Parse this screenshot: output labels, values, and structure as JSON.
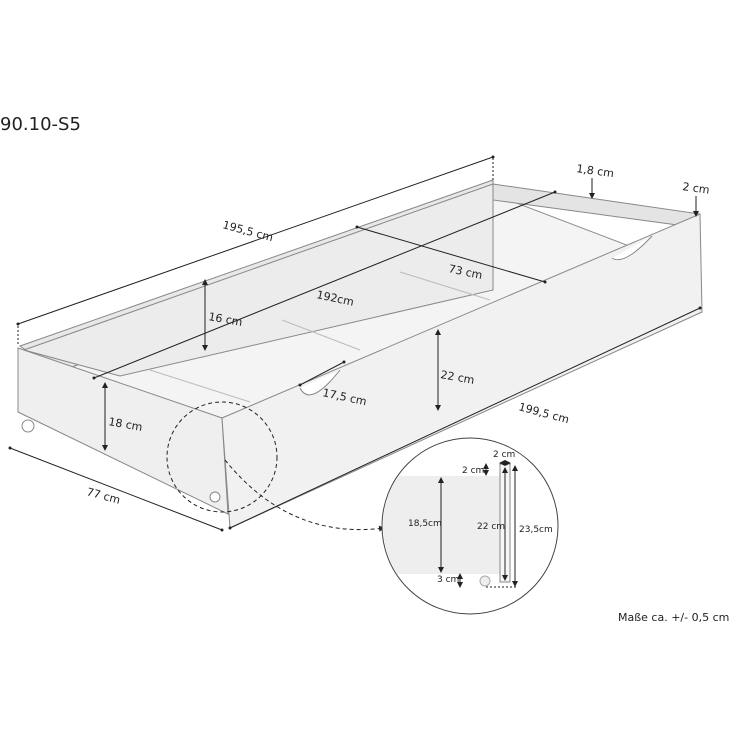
{
  "model_code": "90.10-S5",
  "dimensions": {
    "outer_length": "195,5 cm",
    "front_length": "199,5 cm",
    "inner_length": "192cm",
    "inner_width": "73 cm",
    "outer_width": "77 cm",
    "inner_height": "16 cm",
    "side_height": "18 cm",
    "front_height": "22 cm",
    "handle_width": "17,5 cm",
    "side_thickness": "1,8 cm",
    "front_thickness": "2 cm"
  },
  "detail": {
    "front_thickness": "2 cm",
    "top_offset": "2 cm",
    "side_height": "18,5cm",
    "front_height": "22 cm",
    "total_height": "23,5cm",
    "wheel_clearance": "3 cm"
  },
  "tolerance_note": "Maße ca. +/- 0,5 cm"
}
